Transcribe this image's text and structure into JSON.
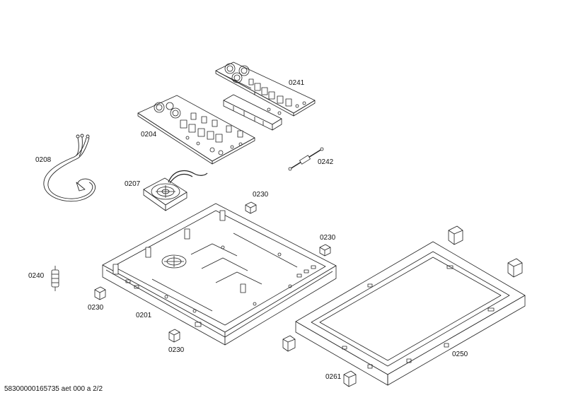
{
  "diagram": {
    "parts": [
      {
        "id": "p0241",
        "label": "0241",
        "name": "power-board-upper"
      },
      {
        "id": "p0204",
        "label": "0204",
        "name": "power-board-lower"
      },
      {
        "id": "p0208",
        "label": "0208",
        "name": "mains-cable"
      },
      {
        "id": "p0242",
        "label": "0242",
        "name": "sensor-cable"
      },
      {
        "id": "p0207",
        "label": "0207",
        "name": "cooling-fan"
      },
      {
        "id": "p0230a",
        "label": "0230",
        "name": "clip-top"
      },
      {
        "id": "p0230b",
        "label": "0230",
        "name": "clip-right"
      },
      {
        "id": "p0240",
        "label": "0240",
        "name": "cable-clamp"
      },
      {
        "id": "p0230c",
        "label": "0230",
        "name": "clip-left"
      },
      {
        "id": "p0201",
        "label": "0201",
        "name": "bottom-housing"
      },
      {
        "id": "p0230d",
        "label": "0230",
        "name": "clip-bottom"
      },
      {
        "id": "p0250",
        "label": "0250",
        "name": "hob-frame"
      },
      {
        "id": "p0261",
        "label": "0261",
        "name": "frame-bracket"
      }
    ]
  },
  "footer": {
    "text": "58300000165735 aet 000 a 2/2"
  }
}
